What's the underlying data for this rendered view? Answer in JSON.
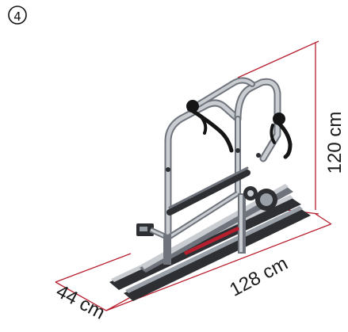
{
  "figure": {
    "step_marker": "4",
    "dimensions": {
      "height": "120 cm",
      "length": "128 cm",
      "width": "44 cm"
    },
    "colors": {
      "dimension_line": "#b81f2e",
      "frame": "#c9ccd1",
      "frame_shadow": "#6f747c",
      "rail_dark": "#2d2f33",
      "strap": "#151515"
    }
  }
}
